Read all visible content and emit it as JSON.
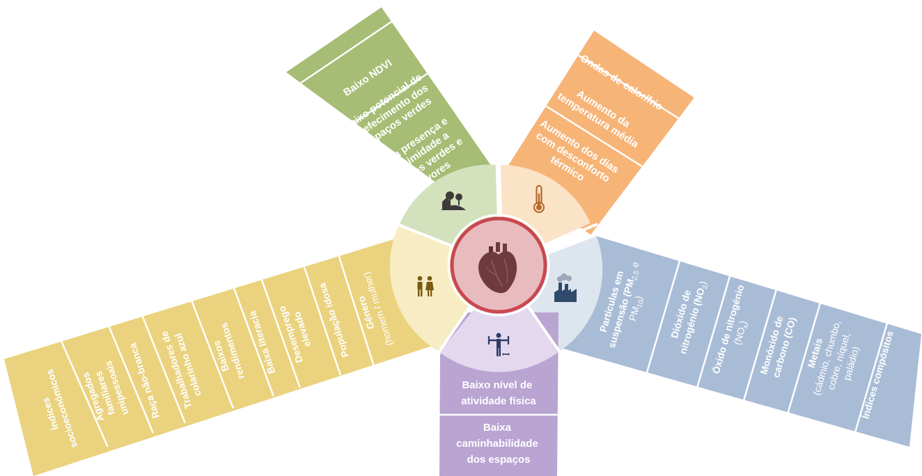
{
  "center": {
    "icon": "heart-icon"
  },
  "colors": {
    "green": "#a7bc74",
    "green_light": "#d4e1bd",
    "orange": "#f6b477",
    "orange_light": "#fbe3c8",
    "blue": "#a9bcd6",
    "blue_light": "#dde5ef",
    "purple": "#b9a4d2",
    "purple_light": "#e3d8ee",
    "yellow": "#ead27e",
    "yellow_light": "#f7ecc3",
    "center_fill": "#e8bcbf",
    "center_ring": "#c9484f",
    "icon_dark": "#3e3a39"
  },
  "green_space": {
    "icon": "park-trees-icon",
    "items": [
      [
        "Baixo NDVI"
      ],
      [
        "Baixo potencial de",
        "arrefecimento dos",
        "espaços verdes"
      ],
      [
        "Baixa presença e",
        "proximidade a",
        "espaços verdes e",
        "árvores"
      ]
    ]
  },
  "temperature": {
    "icon": "thermometer-icon",
    "items": [
      [
        "Ondas de calor/frio"
      ],
      [
        "Aumento da",
        "temperatura média"
      ],
      [
        "Aumento dos dias",
        "com desconforto",
        "térmico"
      ]
    ]
  },
  "air_pollution": {
    "icon": "factory-pollution-icon",
    "items": [
      {
        "l1a": "Partículas em",
        "l2a": "suspensão (PM",
        "l2sub": "2,5",
        "l2b": " e",
        "l3a": "PM",
        "l3sub": "10",
        "l3b": ")"
      },
      {
        "l1a": "Dióxido de",
        "l2a": "nitrogénio (NO",
        "l2sub": "2",
        "l2b": ")"
      },
      {
        "l1a": "Óxido de nitrogénio",
        "l2a": "(NO",
        "l2sub": "x",
        "l2b": ")"
      },
      {
        "l1a": "Monóxido de",
        "l2a": "carbono (CO)"
      },
      {
        "l1a": "Metais",
        "l2a": "(cádmio, chumbo,",
        "l3a": "cobre, níquel,",
        "l4a": "paládio)"
      },
      {
        "l1a": "Índices compósitos"
      }
    ]
  },
  "physical_activity": {
    "icon": "exercise-icon",
    "items": [
      [
        "Baixo nível de",
        "atividade física"
      ],
      [
        "Baixa",
        "caminhabilidade",
        "dos espaços"
      ]
    ]
  },
  "socioeconomic": {
    "icon": "people-icon",
    "items": [
      [
        "Género",
        "(homem / mulher)"
      ],
      [
        "População idosa"
      ],
      [
        "Desemprego",
        "elevado"
      ],
      [
        "Baixa literacia"
      ],
      [
        "Baixos",
        "rendimentos"
      ],
      [
        "Trabalhadores de",
        "colarinho azul"
      ],
      [
        "Raça não-branca"
      ],
      [
        "Agregados",
        "familiares",
        "unipessoais"
      ],
      [
        "Índices",
        "socioeconómicos"
      ]
    ]
  }
}
